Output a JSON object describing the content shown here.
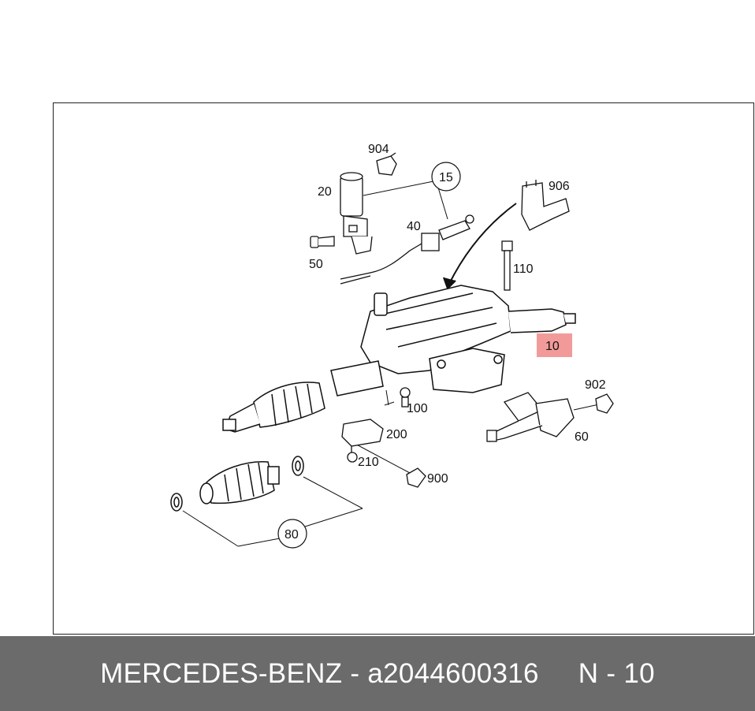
{
  "diagram": {
    "highlight_color": "#f29a9a",
    "callouts": {
      "c904": "904",
      "c20": "20",
      "c15": "15",
      "c906": "906",
      "c40": "40",
      "c50": "50",
      "c110": "110",
      "c10": "10",
      "c902": "902",
      "c100": "100",
      "c200": "200",
      "c60": "60",
      "c210": "210",
      "c900": "900",
      "c80": "80"
    }
  },
  "footer": {
    "brand": "MERCEDES-BENZ",
    "separator": " - ",
    "part_number": "a2044600316",
    "position": "N - 10",
    "background": "#6b6b6b"
  }
}
